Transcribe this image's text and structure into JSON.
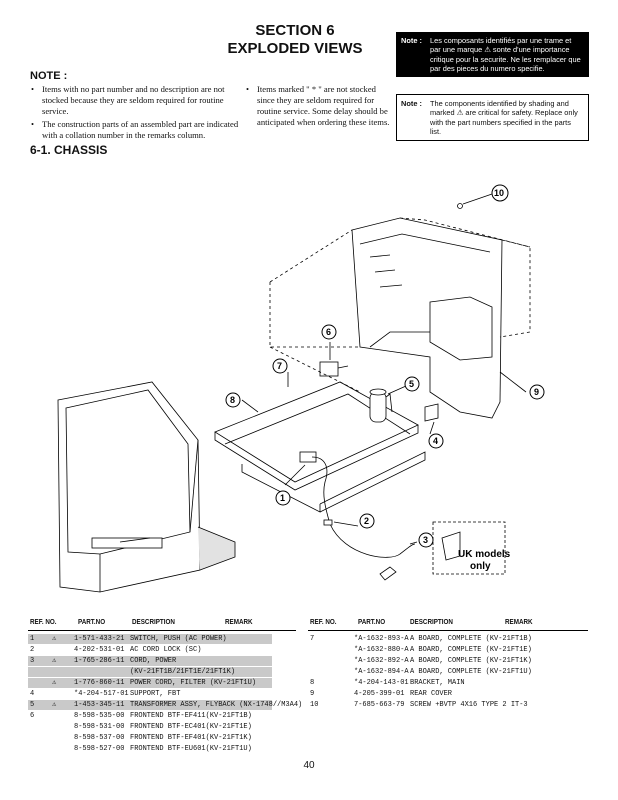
{
  "section": {
    "line1": "SECTION 6",
    "line2": "EXPLODED VIEWS"
  },
  "note_heading": "NOTE :",
  "notes_left": [
    "Items with no part number and no description are not stocked because they are seldom required for routine service.",
    "The construction parts of an assembled part are indicated with a collation number in the remarks column."
  ],
  "notes_right": [
    "Items marked \" * \" are not stocked since they are seldom required for routine service. Some delay should be anticipated when ordering these items."
  ],
  "note_fr": {
    "label": "Note :",
    "text": "Les composants identifiés par une trame et par une marque ⚠ sonte d'une importance critique pour la securite. Ne les remplacer que par des pieces du numero specifie."
  },
  "note_en": {
    "label": "Note :",
    "text": "The components identified by shading and marked ⚠ are critical for safety. Replace only with the part numbers specified in the parts list."
  },
  "subsection": "6-1. CHASSIS",
  "diagram": {
    "callouts": [
      "1",
      "2",
      "3",
      "4",
      "5",
      "6",
      "7",
      "8",
      "9",
      "10"
    ],
    "uk_label_1": "UK models",
    "uk_label_2": "only"
  },
  "table_headers": {
    "ref": "REF. NO.",
    "part": "PART.NO",
    "desc": "DESCRIPTION",
    "remark": "REMARK"
  },
  "parts_left": [
    {
      "ref": "1",
      "safety": "⚠",
      "part": "1-571-433-21",
      "desc": "SWITCH, PUSH (AC POWER)",
      "shade": true
    },
    {
      "ref": "2",
      "safety": "",
      "part": "4-202-531-01",
      "desc": "AC CORD LOCK (SC)",
      "shade": false
    },
    {
      "ref": "3",
      "safety": "⚠",
      "part": "1-765-286-11",
      "desc": "CORD, POWER",
      "shade": true
    },
    {
      "ref": "",
      "safety": "",
      "part": "",
      "desc": "(KV-21FT1B/21FT1E/21FT1K)",
      "shade": true
    },
    {
      "ref": "",
      "safety": "⚠",
      "part": "1-776-860-11",
      "desc": "POWER CORD, FILTER (KV-21FT1U)",
      "shade": true
    },
    {
      "ref": "4",
      "safety": "",
      "part": "*4-204-517-01",
      "desc": "SUPPORT, FBT",
      "shade": false
    },
    {
      "ref": "5",
      "safety": "⚠",
      "part": "1-453-345-11",
      "desc": "TRANSFORMER ASSY, FLYBACK (NX-1748//M3A4)",
      "shade": true
    },
    {
      "ref": "6",
      "safety": "",
      "part": "8-598-535-00",
      "desc": "FRONTEND BTF-EF411(KV-21FT1B)",
      "shade": false
    },
    {
      "ref": "",
      "safety": "",
      "part": "8-598-531-00",
      "desc": "FRONTEND BTF-EC401(KV-21FT1E)",
      "shade": false
    },
    {
      "ref": "",
      "safety": "",
      "part": "8-598-537-00",
      "desc": "FRONTEND BTF-EF401(KV-21FT1K)",
      "shade": false
    },
    {
      "ref": "",
      "safety": "",
      "part": "8-598-527-00",
      "desc": "FRONTEND BTF-EU601(KV-21FT1U)",
      "shade": false
    }
  ],
  "parts_right": [
    {
      "ref": "7",
      "part": "*A-1632-893-A",
      "desc": "A BOARD, COMPLETE (KV-21FT1B)"
    },
    {
      "ref": "",
      "part": "*A-1632-880-A",
      "desc": "A BOARD, COMPLETE (KV-21FT1E)"
    },
    {
      "ref": "",
      "part": "*A-1632-892-A",
      "desc": "A BOARD, COMPLETE (KV-21FT1K)"
    },
    {
      "ref": "",
      "part": "*A-1632-894-A",
      "desc": "A BOARD, COMPLETE (KV-21FT1U)"
    },
    {
      "ref": "8",
      "part": "*4-204-143-01",
      "desc": "BRACKET, MAIN"
    },
    {
      "ref": "9",
      "part": "4-205-399-01",
      "desc": "REAR COVER"
    },
    {
      "ref": "10",
      "part": "7-685-663-79",
      "desc": "SCREW +BVTP 4X16 TYPE 2 IT-3"
    }
  ],
  "page_number": "40"
}
